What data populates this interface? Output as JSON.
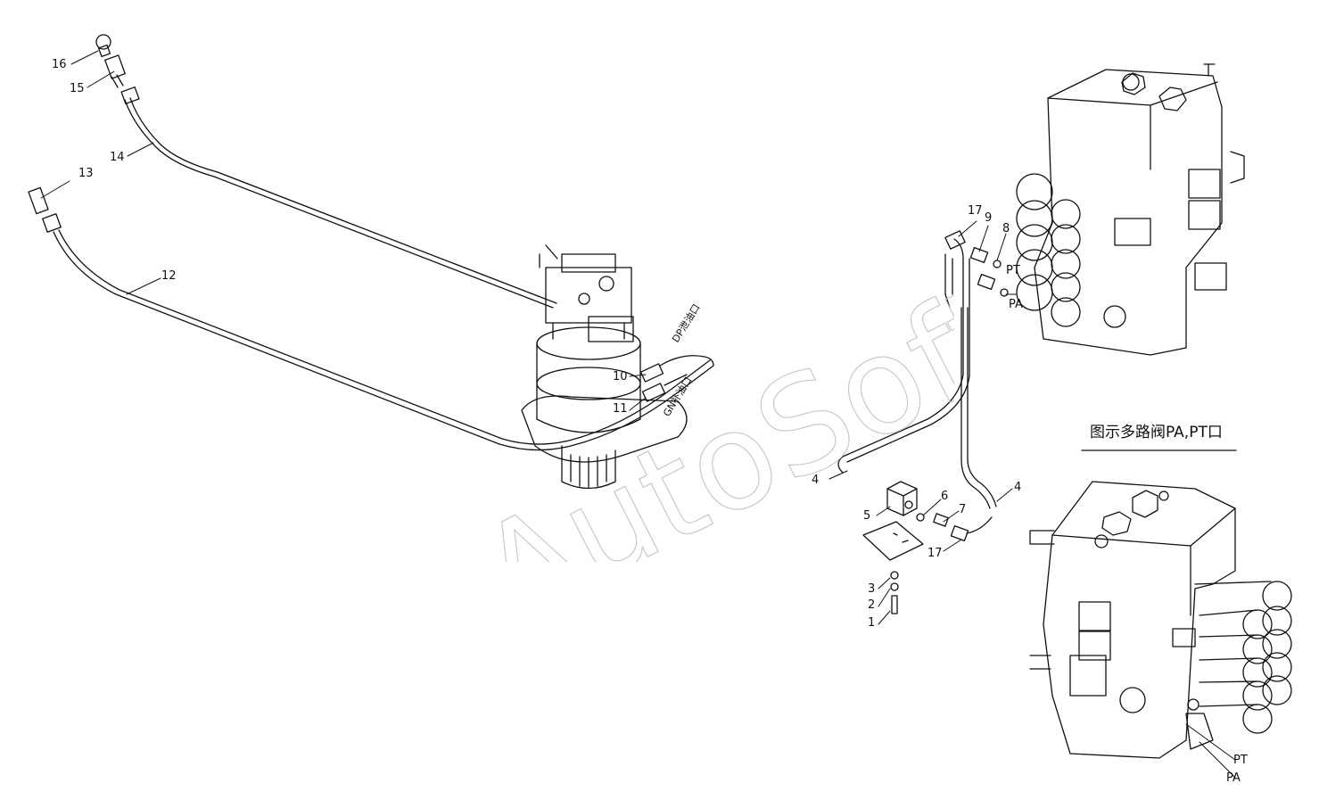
{
  "caption": "图示多路阀PA,PT口",
  "watermark": "AutoSoft",
  "port_labels": {
    "dp": "DP泄油口",
    "gn": "GN补油口",
    "pt": "PT",
    "pa": "PA"
  },
  "callouts": [
    "1",
    "2",
    "3",
    "4",
    "5",
    "6",
    "7",
    "8",
    "9",
    "10",
    "11",
    "12",
    "13",
    "14",
    "15",
    "16",
    "17"
  ],
  "colors": {
    "line": "#111111",
    "background": "#ffffff",
    "watermark": "#cccccc"
  }
}
